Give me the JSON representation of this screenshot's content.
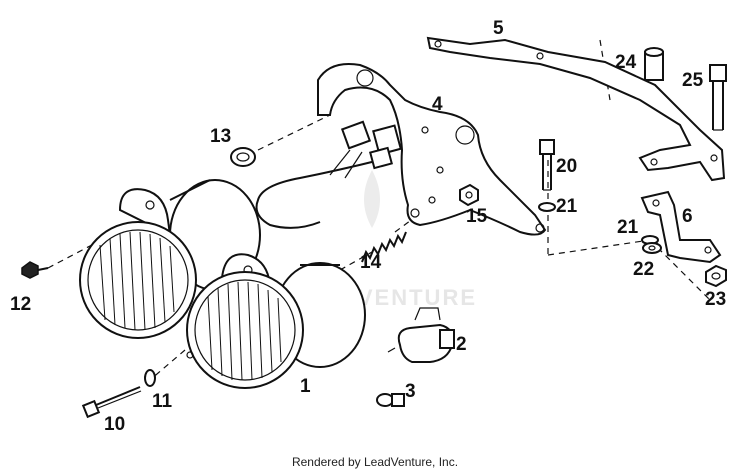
{
  "watermark": "LEADVENTURE",
  "footer": "Rendered by LeadVenture, Inc.",
  "callouts": {
    "c1": "1",
    "c2": "2",
    "c3": "3",
    "c4": "4",
    "c5": "5",
    "c6": "6",
    "c10": "10",
    "c11": "11",
    "c12": "12",
    "c13": "13",
    "c14": "14",
    "c15": "15",
    "c20": "20",
    "c21a": "21",
    "c21b": "21",
    "c22": "22",
    "c23": "23",
    "c24": "24",
    "c25": "25"
  }
}
